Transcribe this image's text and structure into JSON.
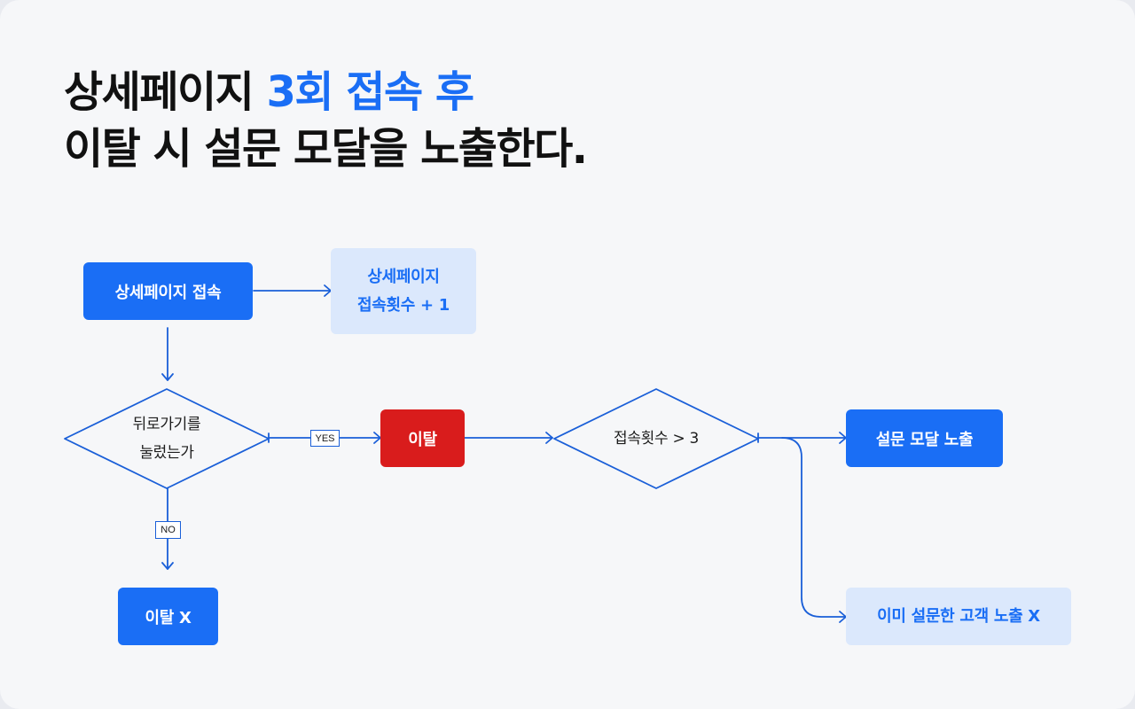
{
  "headline": {
    "line1_prefix": "상세페이지",
    "line1_accent": "3회 접속 후",
    "line2": "이탈 시 설문 모달을 노출한다."
  },
  "nodes": {
    "visit": "상세페이지 접속",
    "count_line1": "상세페이지",
    "count_line2": "접속횟수 + 1",
    "back_q_line1": "뒤로가기를",
    "back_q_line2": "눌렀는가",
    "exit": "이탈",
    "count_q": "접속횟수 > 3",
    "show_modal": "설문 모달 노출",
    "no_exit": "이탈 X",
    "already_done": "이미 설문한 고객 노출 X"
  },
  "edge_labels": {
    "yes": "YES",
    "no": "NO"
  },
  "colors": {
    "primary": "#1a6ef5",
    "primary_light": "#dbe8fc",
    "danger": "#d91c1c",
    "line": "#1a5fd8",
    "background": "#f6f7f9"
  }
}
